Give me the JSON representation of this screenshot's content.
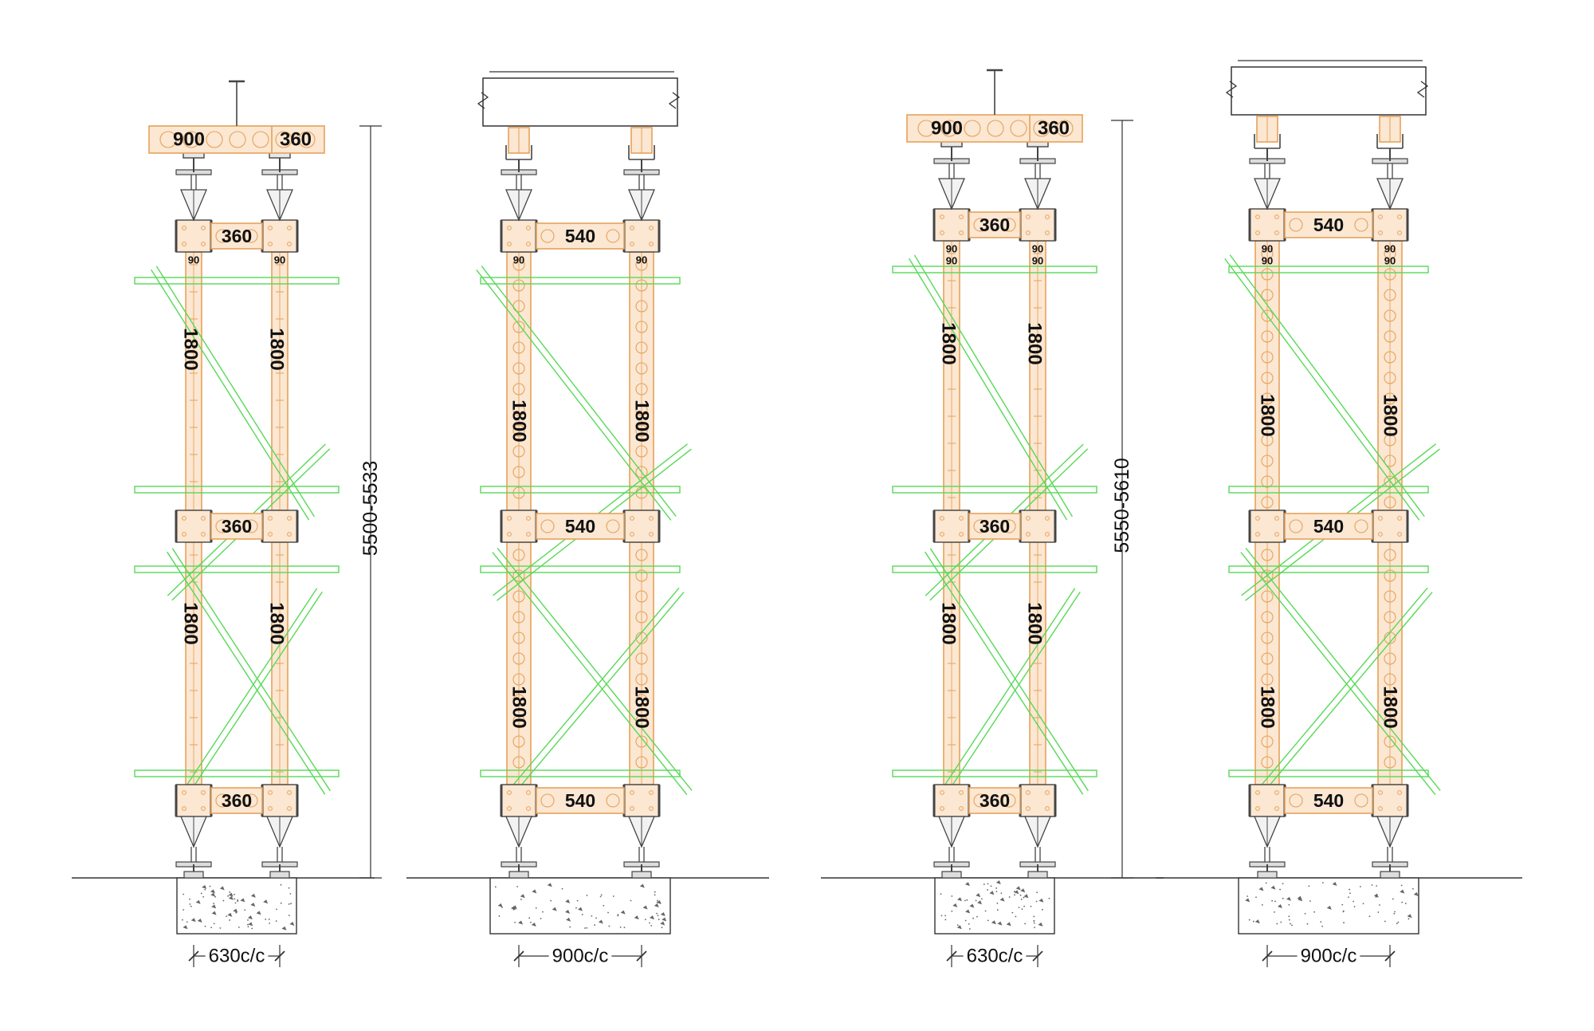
{
  "drawing": {
    "colors": {
      "frame": "#e6a25a",
      "frame_fill": "#fbe7d2",
      "brace": "#57d957",
      "steel": "#444444",
      "ground": "#333333",
      "concrete": "#666666",
      "text": "#111111"
    },
    "variants": [
      {
        "cap": "beam-drop-head",
        "head_labels": [
          "900",
          "360"
        ],
        "ledger_top": "360",
        "ledger_mid": "360",
        "ledger_bot": "360",
        "collar_left": [
          "90"
        ],
        "collar_right": [
          "90"
        ],
        "upper_left": "1800",
        "upper_right": "1800",
        "lower_left": "1800",
        "lower_right": "1800",
        "base_label": "630c/c",
        "height_label": "5500-5533"
      },
      {
        "cap": "slab-beam",
        "head_labels": [],
        "ledger_top": "540",
        "ledger_mid": "540",
        "ledger_bot": "540",
        "collar_left": [
          "90"
        ],
        "collar_right": [
          "90"
        ],
        "upper_left": "1800",
        "upper_right": "1800",
        "lower_left": "1800",
        "lower_right": "1800",
        "base_label": "900c/c",
        "height_label": ""
      },
      {
        "cap": "beam-drop-head",
        "head_labels": [
          "900",
          "360"
        ],
        "ledger_top": "360",
        "ledger_mid": "360",
        "ledger_bot": "360",
        "collar_left": [
          "90",
          "90"
        ],
        "collar_right": [
          "90",
          "90"
        ],
        "upper_left": "1800",
        "upper_right": "1800",
        "lower_left": "1800",
        "lower_right": "1800",
        "base_label": "630c/c",
        "height_label": "5550-5610"
      },
      {
        "cap": "slab-beam",
        "head_labels": [],
        "ledger_top": "540",
        "ledger_mid": "540",
        "ledger_bot": "540",
        "collar_left": [
          "90",
          "90"
        ],
        "collar_right": [
          "90",
          "90"
        ],
        "upper_left": "1800",
        "upper_right": "1800",
        "lower_left": "1800",
        "lower_right": "1800",
        "base_label": "900c/c",
        "height_label": ""
      }
    ]
  }
}
